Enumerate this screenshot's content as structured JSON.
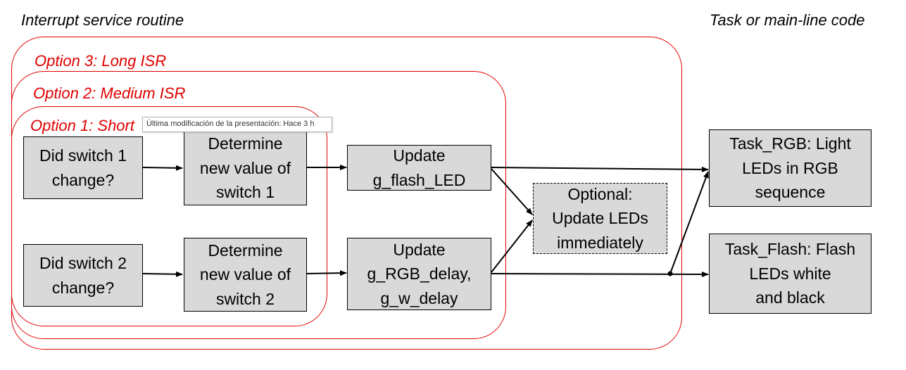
{
  "headers": {
    "left": "Interrupt service routine",
    "right": "Task or main-line code"
  },
  "options": {
    "long": "Option 3: Long ISR",
    "medium": "Option 2: Medium ISR",
    "short": "Option 1: Short"
  },
  "tooltip": "Última modificación de la presentación: Hace 3 h",
  "boxes": {
    "sw1_change": "Did switch 1\nchange?",
    "sw2_change": "Did switch 2\nchange?",
    "det1": "Determine\nnew value of\nswitch 1",
    "det2": "Determine\nnew value of\nswitch 2",
    "upd_flash": "Update\ng_flash_LED",
    "upd_rgb": "Update\ng_RGB_delay,\ng_w_delay",
    "optional": "Optional:\nUpdate LEDs\nimmediately",
    "task_rgb": "Task_RGB: Light\nLEDs in RGB\nsequence",
    "task_flash": "Task_Flash: Flash\nLEDs white\nand black"
  },
  "colors": {
    "option_border": "#e00000",
    "box_fill": "#d9d9d9"
  }
}
